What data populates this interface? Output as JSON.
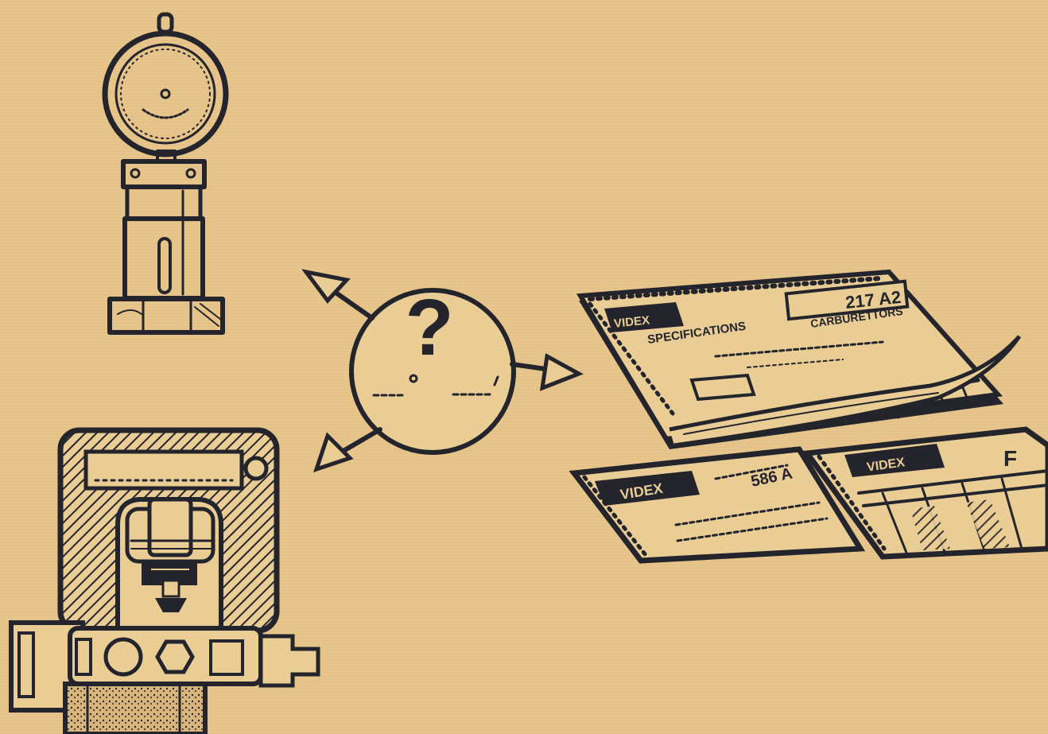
{
  "colors": {
    "background": "#e6c48a",
    "ink": "#24242c",
    "paper": "#e9cd95"
  },
  "icons": [
    "dial-gauge-icon",
    "pressure-gauge-icon",
    "question-mark-icon",
    "documents-icon"
  ],
  "question": {
    "symbol": "?"
  },
  "documents": {
    "top_sheet": {
      "brand": "VIDEX",
      "title": "SPECIFICATIONS",
      "header_right": "CARBURETTORS",
      "code": "217 A2"
    },
    "left_sheet": {
      "brand": "VIDEX",
      "code": "586 A"
    },
    "right_sheet": {
      "brand": "VIDEX",
      "code": "F"
    }
  }
}
